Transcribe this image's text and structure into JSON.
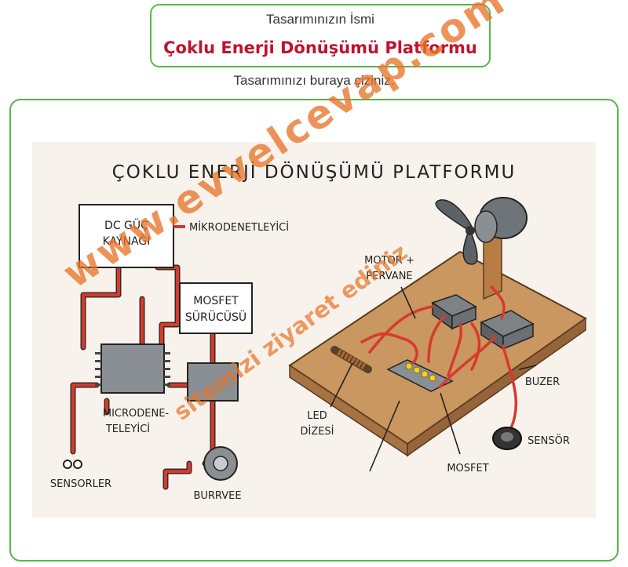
{
  "header": {
    "label": "Tasarımınızın İsmi",
    "name": "Çoklu Enerji Dönüşümü Platformu"
  },
  "instruction": "Tasarımınızı buraya çiziniz.",
  "drawing": {
    "title": "ÇOKLU ENERJİ DÖNÜŞÜMÜ PLATFORMU",
    "labels": {
      "dc_line1": "DC GÜÇ",
      "dc_line2": "KAYNAĞI",
      "mikrodenetleyici": "MİKRODENETLEYİCİ",
      "mosfet_surucusu_1": "MOSFET",
      "mosfet_surucusu_2": "SÜRÜCÜSÜ",
      "microdene_1": "MICRODENE-",
      "microdene_2": "TELEYİCİ",
      "sensorler": "SENSORLER",
      "burrvee": "BURRVEE",
      "motor_1": "MOTOR +",
      "motor_2": "PERVANE",
      "led_1": "LED",
      "led_2": "DİZESİ",
      "buzer": "BUZER",
      "sensor": "SENSÖR",
      "mosfet": "MOSFET"
    }
  },
  "watermark": {
    "line1": "www.evvelcevap.com",
    "line2": "sitemizi ziyaret ediniz"
  },
  "colors": {
    "accent_green": "#55b848",
    "title_red": "#c0132e",
    "wire_red": "#d63a2e",
    "paper": "#f7f3ec",
    "wood": "#c9975f",
    "watermark": "#e8742a"
  }
}
